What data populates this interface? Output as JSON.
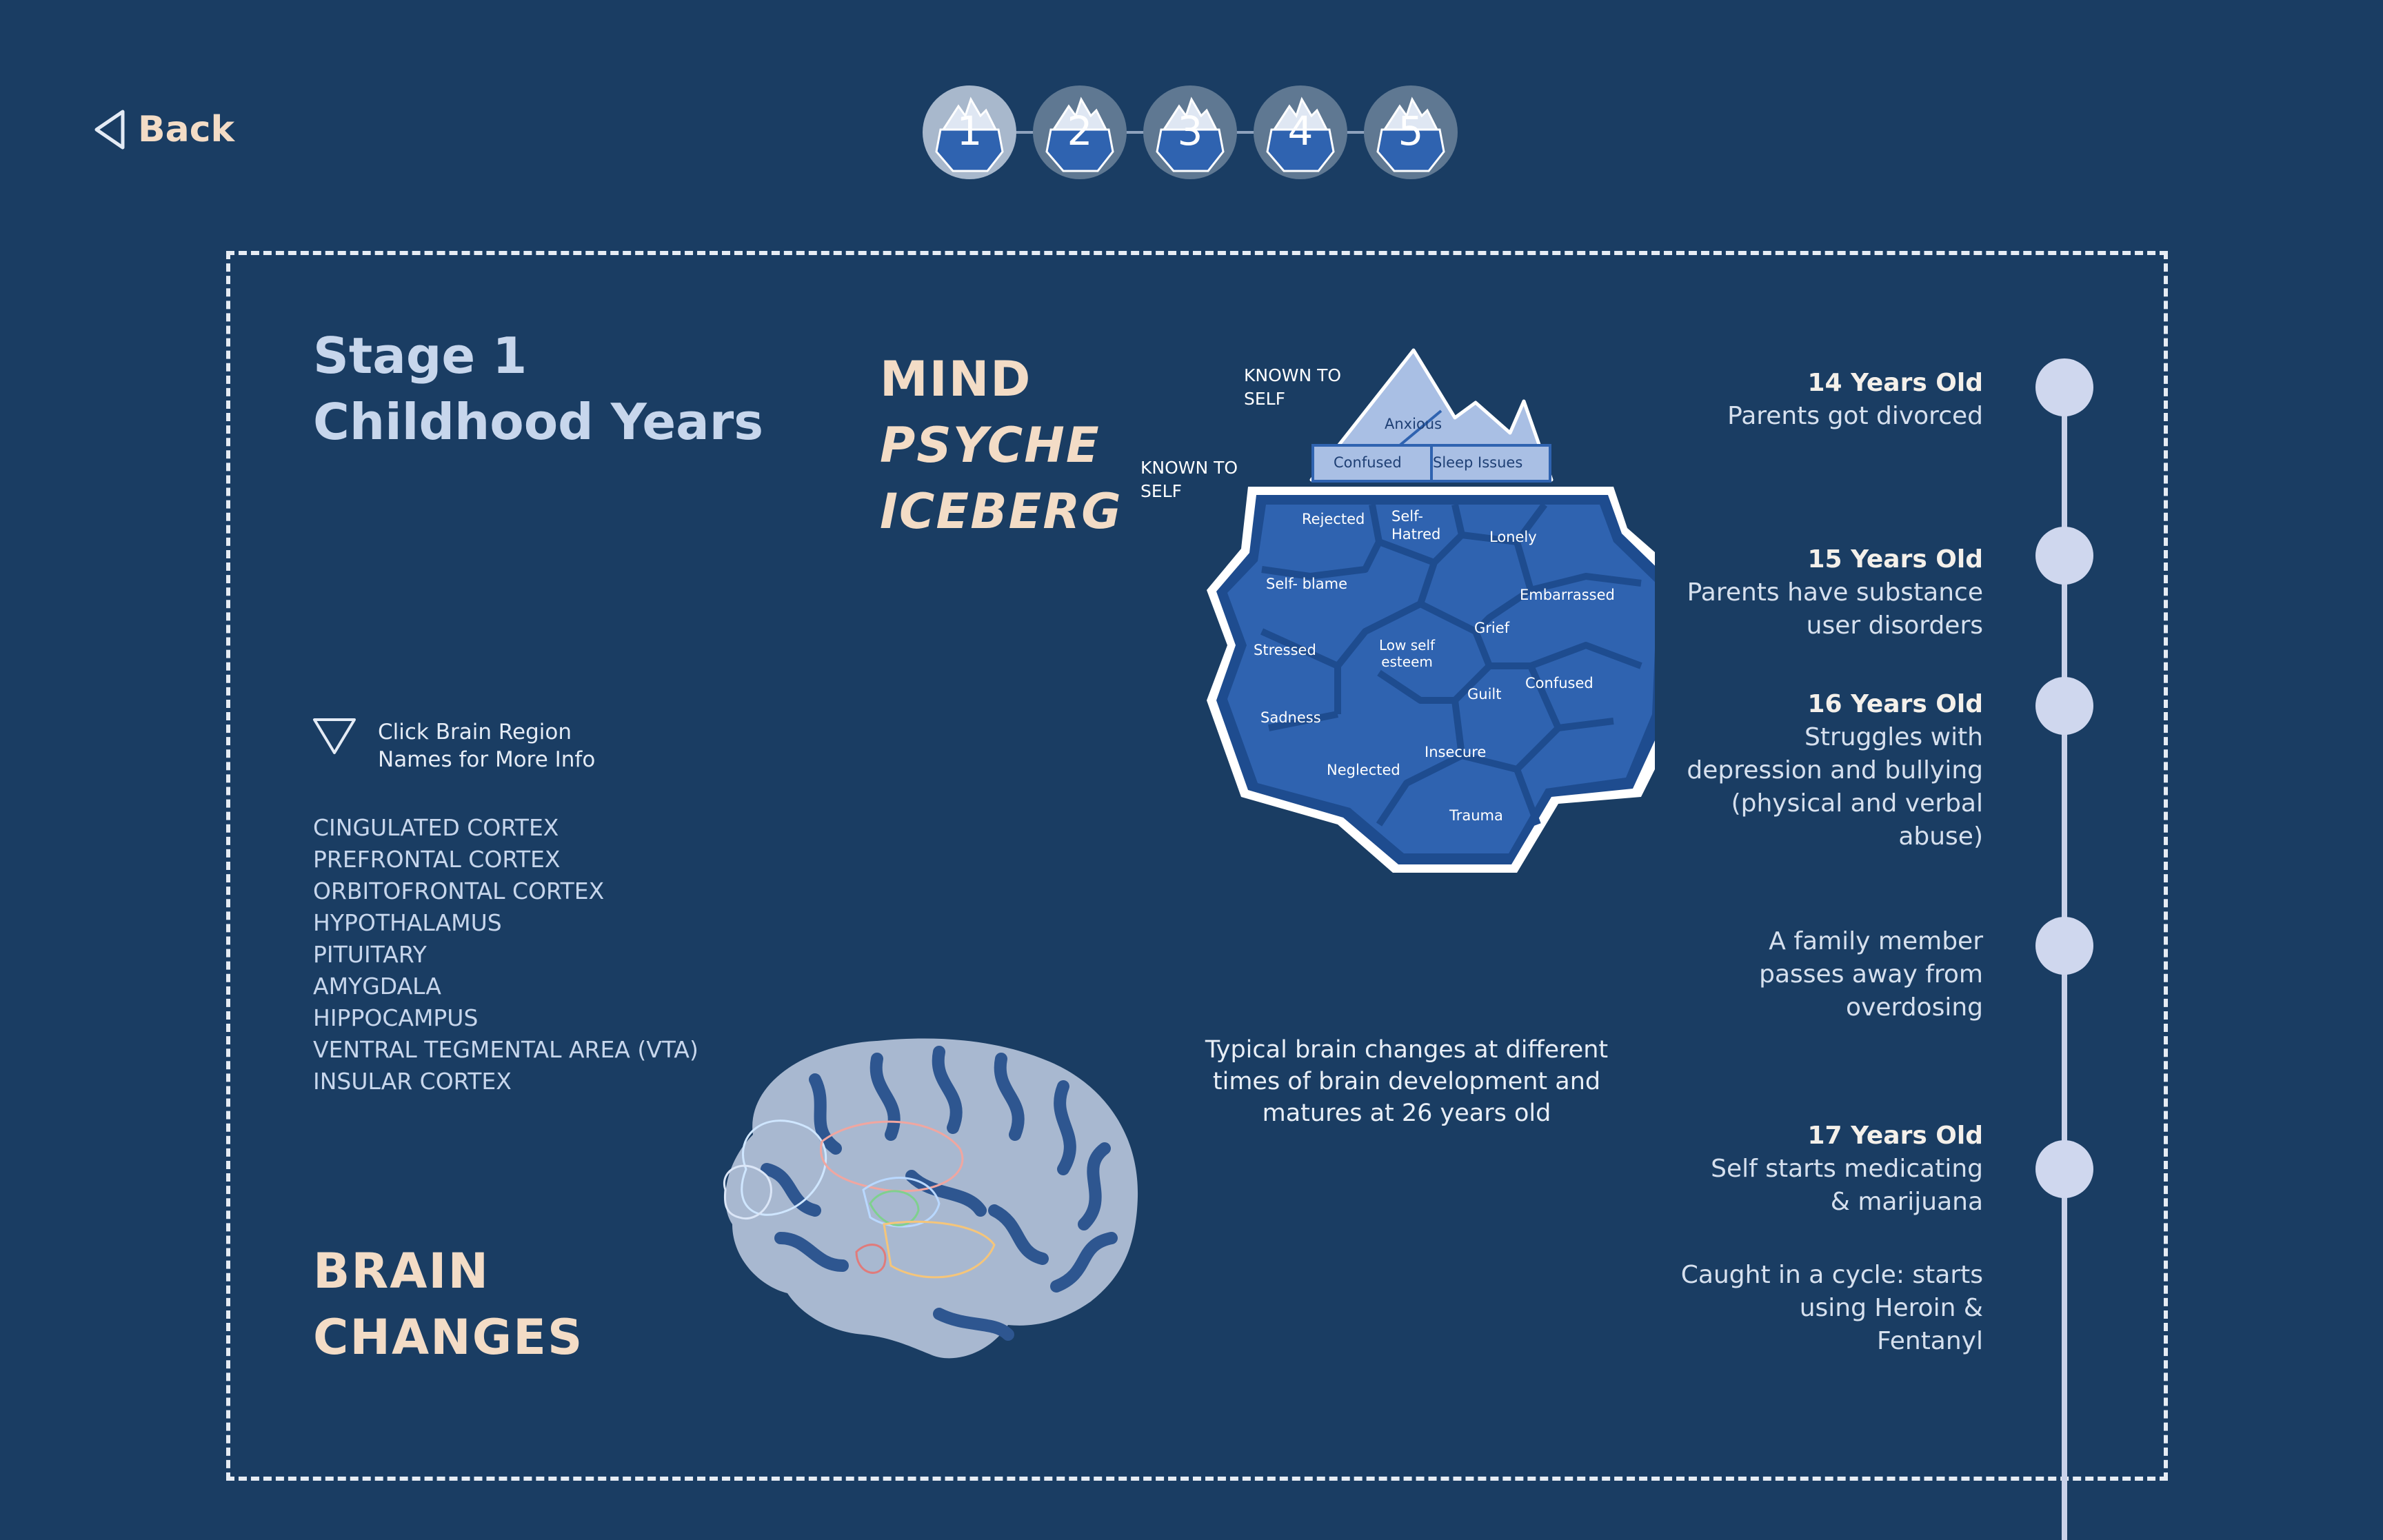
{
  "back": {
    "label": "Back",
    "icon": "triangle-left-icon"
  },
  "stepper": {
    "steps": [
      {
        "label": "1",
        "active": true
      },
      {
        "label": "2",
        "active": false
      },
      {
        "label": "3",
        "active": false
      },
      {
        "label": "4",
        "active": false
      },
      {
        "label": "5",
        "active": false
      }
    ]
  },
  "stage": {
    "line1": "Stage 1",
    "line2": "Childhood Years"
  },
  "mind": {
    "line1": "MIND",
    "line2": "PSYCHE",
    "line3": "ICEBERG"
  },
  "hint": {
    "line1": "Click Brain Region",
    "line2": "Names for More Info"
  },
  "regions": [
    "CINGULATED CORTEX",
    "PREFRONTAL CORTEX",
    "ORBITOFRONTAL CORTEX",
    "HYPOTHALAMUS",
    "PITUITARY",
    "AMYGDALA",
    "HIPPOCAMPUS",
    "VENTRAL TEGMENTAL AREA (VTA)",
    "INSULAR CORTEX"
  ],
  "brain_heading": {
    "line1": "BRAIN",
    "line2": "CHANGES"
  },
  "brain_caption": "Typical brain changes at different times of brain development and matures at 26 years old",
  "iceberg": {
    "known_label_top": {
      "line1": "KNOWN TO",
      "line2": "SELF"
    },
    "known_label_side": {
      "line1": "KNOWN TO",
      "line2": "SELF"
    },
    "tip": [
      "Anxious",
      "Confused",
      "Sleep Issues"
    ],
    "underwater": {
      "rejected": "Rejected",
      "self_hatred_1": "Self-",
      "self_hatred_2": "Hatred",
      "lonely": "Lonely",
      "self_blame": "Self- blame",
      "embarrassed": "Embarrassed",
      "grief": "Grief",
      "low_1": "Low self",
      "low_2": "esteem",
      "stressed": "Stressed",
      "confused": "Confused",
      "guilt": "Guilt",
      "sadness": "Sadness",
      "insecure": "Insecure",
      "neglected": "Neglected",
      "trauma": "Trauma"
    }
  },
  "timeline": {
    "e1_age": "14 Years Old",
    "e1_line1": "Parents got divorced",
    "e2_age": "15 Years Old",
    "e2_line1": "Parents have substance",
    "e2_line2": "user disorders",
    "e3_age": "16 Years Old",
    "e3_line1": "Struggles with",
    "e3_line2": "depression and bullying",
    "e3_line3": "(physical and verbal",
    "e3_line4": "abuse)",
    "e4_line1": "A family member",
    "e4_line2": "passes away from",
    "e4_line3": "overdosing",
    "e5_age": "17 Years Old",
    "e5_line1": "Self starts medicating",
    "e5_line2": "& marijuana",
    "e6_line1": "Caught in a cycle: starts",
    "e6_line2": "using Heroin &",
    "e6_line3": "Fentanyl"
  },
  "colors": {
    "background": "#1a3d63",
    "accent_peach": "#f3dcc6",
    "title_blue": "#c7d6ec",
    "iceberg_blue": "#2f63b0",
    "timeline": "#c9d2ea"
  }
}
